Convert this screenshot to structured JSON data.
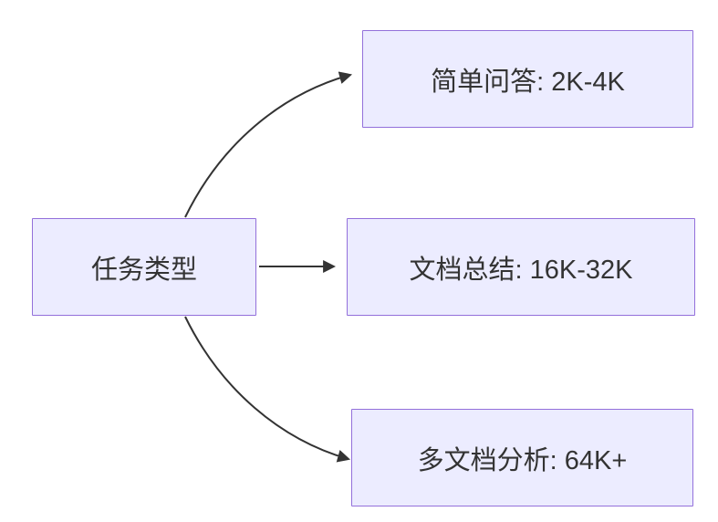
{
  "diagram": {
    "type": "flowchart",
    "direction": "left-to-right",
    "root": {
      "label": "任务类型"
    },
    "nodes": [
      {
        "id": "simple-qa",
        "label": "简单问答: 2K-4K"
      },
      {
        "id": "doc-summary",
        "label": "文档总结: 16K-32K"
      },
      {
        "id": "multi-doc-analysis",
        "label": "多文档分析: 64K+"
      }
    ],
    "edges": [
      {
        "from": "任务类型",
        "to": "简单问答: 2K-4K"
      },
      {
        "from": "任务类型",
        "to": "文档总结: 16K-32K"
      },
      {
        "from": "任务类型",
        "to": "多文档分析: 64K+"
      }
    ],
    "colors": {
      "node_fill": "#ECECFF",
      "node_border": "#9370DB",
      "edge": "#333333",
      "background": "#FFFFFF"
    }
  }
}
